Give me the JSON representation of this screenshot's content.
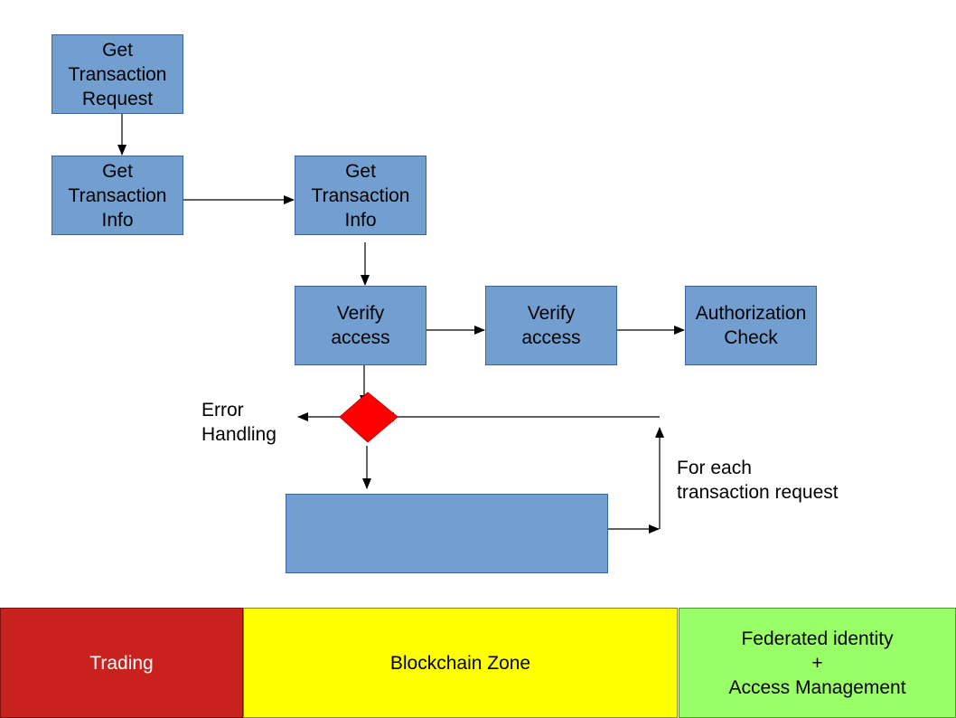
{
  "nodes": {
    "get_request": "Get\nTransaction\nRequest",
    "get_info_left": "Get\nTransaction\nInfo",
    "get_info_right": "Get\nTransaction\nInfo",
    "verify_access_1": "Verify\naccess",
    "verify_access_2": "Verify\naccess",
    "authorization_check": "Authorization\nCheck",
    "process_box": ""
  },
  "labels": {
    "error_handling": "Error\nHandling",
    "loop_note": "For each\ntransaction request"
  },
  "zones": [
    {
      "label": "Trading",
      "color": "#c9211e"
    },
    {
      "label": "Blockchain Zone",
      "color": "#ffff00"
    },
    {
      "label": "Federated identity\n+\nAccess Management",
      "color": "#99ff66"
    }
  ],
  "colors": {
    "box_fill": "#729fcf",
    "box_border": "#3465a4",
    "decision_fill": "#ff0000"
  }
}
